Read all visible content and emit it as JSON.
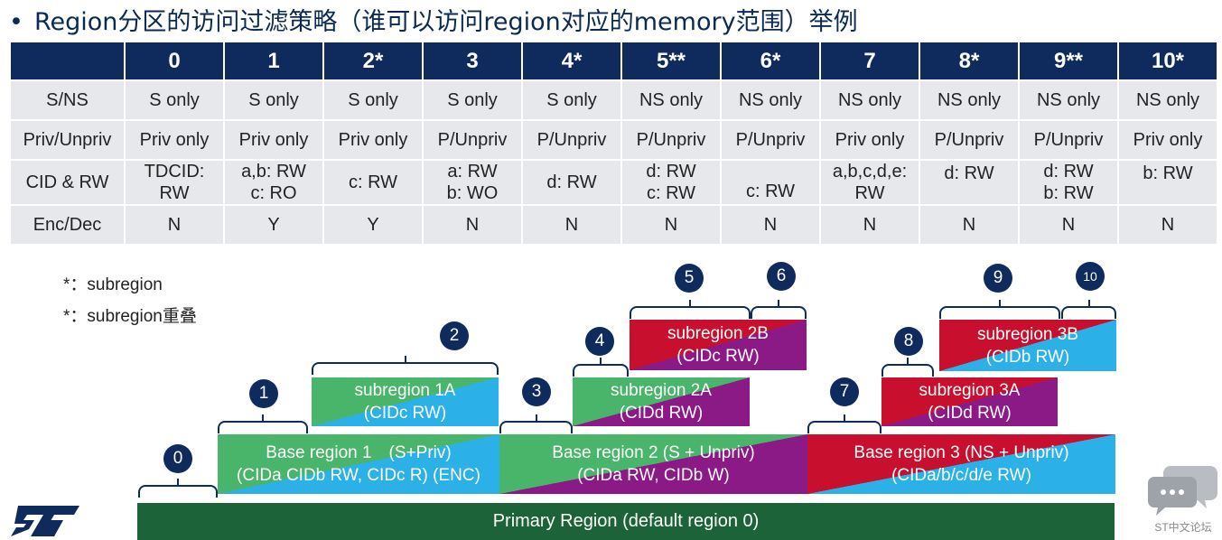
{
  "title": "Region分区的访问过滤策略（谁可以访问region对应的memory范围）举例",
  "table": {
    "columns": [
      "0",
      "1",
      "2*",
      "3",
      "4*",
      "5**",
      "6*",
      "7",
      "8*",
      "9**",
      "10*"
    ],
    "rows": [
      {
        "label": "S/NS",
        "cells": [
          "S only",
          "S only",
          "S only",
          "S only",
          "S only",
          "NS only",
          "NS only",
          "NS only",
          "NS only",
          "NS only",
          "NS only"
        ]
      },
      {
        "label": "Priv/Unpriv",
        "cells": [
          "Priv only",
          "Priv only",
          "Priv only",
          "P/Unpriv",
          "P/Unpriv",
          "P/Unpriv",
          "P/Unpriv",
          "Priv only",
          "P/Unpriv",
          "P/Unpriv",
          "Priv only"
        ]
      },
      {
        "label": "CID & RW",
        "cells": [
          [
            "TDCID:",
            "RW"
          ],
          [
            "a,b: RW",
            "c: RO"
          ],
          [
            "c: RW"
          ],
          [
            "a: RW",
            "b: WO"
          ],
          [
            "d: RW"
          ],
          [
            "d: RW",
            "c: RW"
          ],
          [
            "c: RW"
          ],
          [
            "a,b,c,d,e:",
            "RW"
          ],
          [
            "d: RW"
          ],
          [
            "d: RW",
            "b: RW"
          ],
          [
            "b: RW"
          ]
        ]
      },
      {
        "label": "Enc/Dec",
        "cells": [
          "N",
          "Y",
          "Y",
          "N",
          "N",
          "N",
          "N",
          "N",
          "N",
          "N",
          "N"
        ]
      }
    ]
  },
  "notes": {
    "subregion": "*：subregion",
    "overlap": "*：subregion重叠"
  },
  "regions": {
    "primary": {
      "line1": "Primary Region (default region 0)"
    },
    "base1": {
      "line1": "Base region 1　(S+Priv)",
      "line2": "(CIDa CIDb RW, CIDc R) (ENC)"
    },
    "base2": {
      "line1": "Base region 2 (S + Unpriv)",
      "line2": "(CIDa RW, CIDb W)"
    },
    "base3": {
      "line1": "Base region 3 (NS + Unpriv)",
      "line2": "(CIDa/b/c/d/e RW)"
    },
    "sub1a": {
      "line1": "subregion 1A",
      "line2": "(CIDc RW)"
    },
    "sub2a": {
      "line1": "subregion 2A",
      "line2": "(CIDd RW)"
    },
    "sub2b": {
      "line1": "subregion 2B",
      "line2": "(CIDc RW)"
    },
    "sub3a": {
      "line1": "subregion 3A",
      "line2": "(CIDd RW)"
    },
    "sub3b": {
      "line1": "subregion 3B",
      "line2": "(CIDb RW)"
    }
  },
  "badges": [
    "0",
    "1",
    "2",
    "3",
    "4",
    "5",
    "6",
    "7",
    "8",
    "9",
    "10"
  ],
  "watermark": "ST中文论坛",
  "icons": {
    "logo": "st-logo",
    "watermark": "chat-bubbles-icon"
  },
  "colors": {
    "header": "#0f2b5e",
    "s_only": "#1f8a2e",
    "ns_only": "#e3142a",
    "priv_only": "#33b5f0",
    "primary": "#1c6339"
  }
}
